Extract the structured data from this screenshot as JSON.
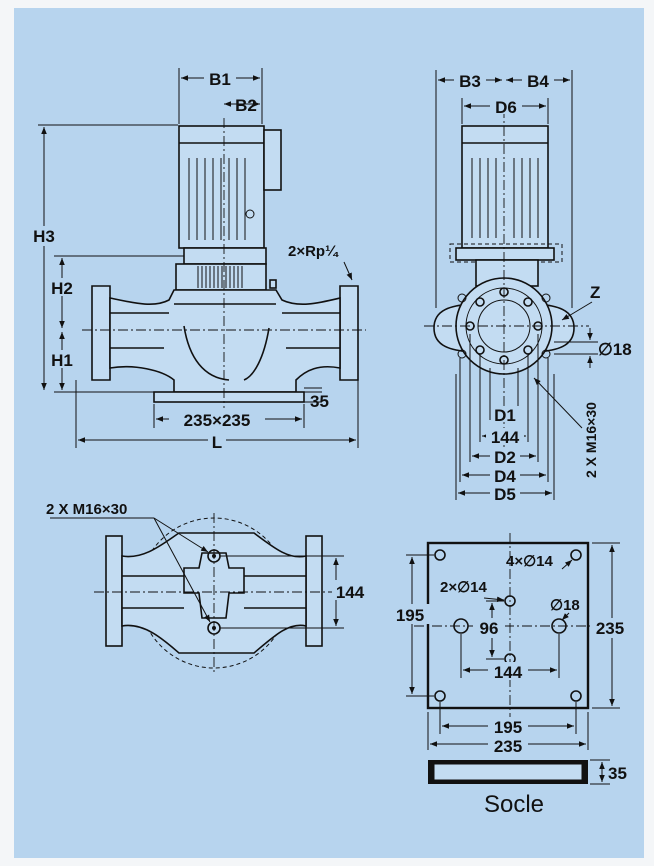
{
  "side_view": {
    "b1": "B1",
    "b2": "B2",
    "h1": "H1",
    "h2": "H2",
    "h3": "H3",
    "connection": "2×Rp¼",
    "dim_35": "35",
    "base_size": "235×235",
    "length": "L"
  },
  "front_view": {
    "b3": "B3",
    "b4": "B4",
    "d1": "D1",
    "d2": "D2",
    "d4": "D4",
    "d5": "D5",
    "d6": "D6",
    "z": "Z",
    "hole": "∅18",
    "d144": "144",
    "bolts": "2 X  M16×30"
  },
  "top_view": {
    "bolts": "2 X   M16×30",
    "d144": "144"
  },
  "socle_view": {
    "holes_4": "4×∅14",
    "holes_2": "2×∅14",
    "hole_18": "∅18",
    "d195_left": "195",
    "d96": "96",
    "d144": "144",
    "d235_right": "235",
    "d195_bottom": "195",
    "d235_bottom": "235",
    "d35": "35",
    "title": "Socle"
  }
}
